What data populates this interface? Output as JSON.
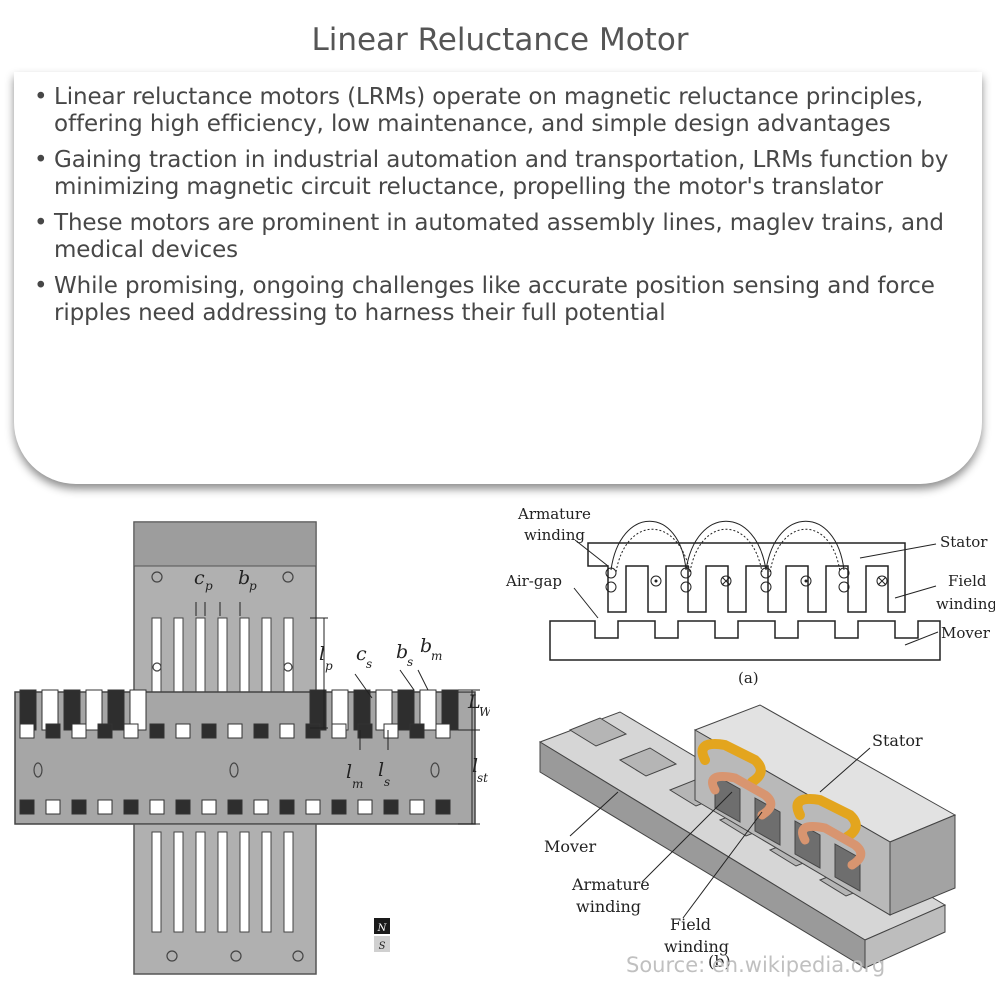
{
  "title": "Linear Reluctance Motor",
  "bullets": [
    "Linear reluctance motors (LRMs) operate on magnetic reluctance principles, offering high efficiency, low maintenance, and simple design advantages",
    "Gaining traction in industrial automation and transportation, LRMs function by minimizing magnetic circuit reluctance, propelling the motor's translator",
    "These motors are prominent in automated assembly lines, maglev trains, and medical devices",
    "While promising, ongoing challenges like accurate position sensing and force ripples need addressing to harness their full potential"
  ],
  "left_figure": {
    "labels": {
      "cp": "c",
      "cp_sub": "p",
      "bp": "b",
      "bp_sub": "p",
      "lp": "l",
      "lp_sub": "p",
      "cs": "c",
      "cs_sub": "s",
      "bs": "b",
      "bs_sub": "s",
      "bm": "b",
      "bm_sub": "m",
      "lw": "L",
      "lw_sub": "W",
      "lm": "l",
      "lm_sub": "m",
      "ls": "l",
      "ls_sub": "s",
      "lst": "l",
      "lst_sub": "st"
    },
    "legend": {
      "n": "N",
      "s": "S"
    }
  },
  "figure_a": {
    "labels": {
      "armature": "Armature",
      "winding": "winding",
      "airgap": "Air-gap",
      "stator": "Stator",
      "field": "Field",
      "field_winding": "winding",
      "mover": "Mover",
      "caption": "(a)"
    }
  },
  "figure_b": {
    "labels": {
      "stator": "Stator",
      "mover": "Mover",
      "armature": "Armature",
      "armature_winding": "winding",
      "field": "Field",
      "field_winding": "winding",
      "caption": "(b)"
    }
  },
  "source": "Source: en.wikipedia.org",
  "colors": {
    "steel": "#a9a9a9",
    "steel_light": "#d0d0d0",
    "magnet": "#2e2e2e",
    "copper_gold": "#e0a020",
    "copper": "#d08a60"
  }
}
